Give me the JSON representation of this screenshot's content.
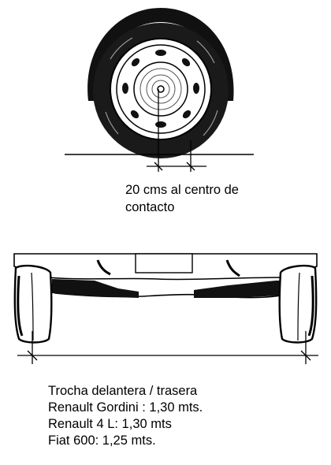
{
  "wheel_figure": {
    "caption_line1": "20 cms al centro de",
    "caption_line2": "contacto"
  },
  "track_figure": {
    "lines": [
      "Trocha delantera  / trasera",
      "Renault  Gordini : 1,30 mts.",
      "Renault  4 L:  1,30 mts",
      "Fiat 600: 1,25 mts."
    ]
  }
}
